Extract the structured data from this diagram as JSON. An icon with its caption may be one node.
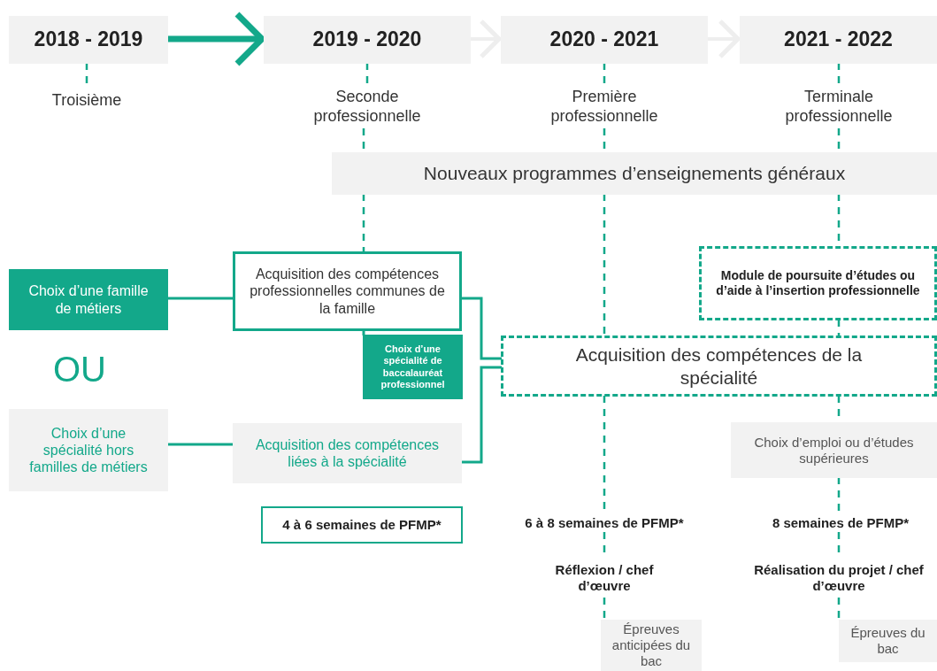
{
  "diagram": {
    "nodes": [
      {
        "text": [
          "2018 - 2019"
        ]
      },
      {
        "text": [
          "Troisième"
        ]
      },
      {
        "text": [
          "2019 - 2020"
        ]
      },
      {
        "text": [
          "Seconde professionnelle"
        ]
      },
      {
        "text": [
          "2020 - 2021"
        ]
      },
      {
        "text": [
          "Première professionnelle"
        ]
      },
      {
        "text": [
          "2021 - 2022"
        ]
      },
      {
        "text": [
          "Terminale professionnelle"
        ]
      },
      {
        "text": [
          "Nouveaux programmes d’enseignements généraux"
        ]
      },
      {
        "text": [
          "Choix d’une famille de métiers"
        ]
      },
      {
        "text": [
          "Acquisition des compétences professionnelles communes de la famille"
        ]
      },
      {
        "text": [
          "Choix d’une spécialité de baccalauréat professionnel"
        ]
      },
      {
        "text": [
          "Choix d’une spécialité hors familles de métiers"
        ]
      },
      {
        "text": [
          "Acquisition des compétences liées à la spécialité"
        ]
      },
      {
        "text": [
          "Module de poursuite d’études ou d’aide à l’insertion professionnelle"
        ]
      },
      {
        "text": [
          "Acquisition des compétences de la spécialité"
        ]
      },
      {
        "text": [
          "4 à 6 semaines de PFMP*"
        ]
      },
      {
        "text": [
          "6 à 8 semaines de PFMP*"
        ]
      },
      {
        "text": [
          "Réflexion / chef d’œuvre"
        ]
      },
      {
        "text": [
          "Épreuves anticipées du bac"
        ]
      },
      {
        "text": [
          "Choix d’emploi ou d’études supérieures"
        ]
      },
      {
        "text": [
          "8 semaines de PFMP*"
        ]
      },
      {
        "text": [
          "Réalisation du projet / chef d’œuvre"
        ]
      },
      {
        "text": [
          "Épreuves du bac"
        ]
      }
    ],
    "edges": [
      {
        "from": 0,
        "to": 2,
        "arrow": "to",
        "style": "thick"
      },
      {
        "from": 2,
        "to": 4,
        "arrow": "to",
        "color": "#eeeeee"
      },
      {
        "from": 4,
        "to": 6,
        "arrow": "to",
        "color": "#eeeeee"
      },
      {
        "from": 0,
        "to": 1,
        "arrow": "none",
        "style": "dashed"
      },
      {
        "from": 2,
        "to": 3,
        "arrow": "none",
        "style": "dashed"
      },
      {
        "from": 4,
        "to": 5,
        "arrow": "none",
        "style": "dashed"
      },
      {
        "from": 6,
        "to": 7,
        "arrow": "none",
        "style": "dashed"
      },
      {
        "from": 3,
        "to": 8,
        "arrow": "none",
        "style": "dashed"
      },
      {
        "from": 8,
        "to": 10,
        "arrow": "none",
        "style": "dashed"
      },
      {
        "from": 5,
        "to": 8,
        "arrow": "none",
        "style": "dashed"
      },
      {
        "from": 8,
        "to": 15,
        "arrow": "none",
        "style": "dashed"
      },
      {
        "from": 7,
        "to": 8,
        "arrow": "none",
        "style": "dashed"
      },
      {
        "from": 8,
        "to": 14,
        "arrow": "none",
        "style": "dashed"
      },
      {
        "from": 14,
        "to": 15,
        "arrow": "none",
        "style": "dashed"
      },
      {
        "from": 9,
        "to": 10,
        "arrow": "none"
      },
      {
        "from": 12,
        "to": 13,
        "arrow": "none"
      },
      {
        "from": 10,
        "to": 11,
        "arrow": "none"
      },
      {
        "from": 10,
        "to": 15,
        "arrow": "none"
      },
      {
        "from": 13,
        "to": 15,
        "arrow": "none"
      },
      {
        "from": 15,
        "to": 17,
        "arrow": "none",
        "style": "dashed"
      },
      {
        "from": 17,
        "to": 18,
        "arrow": "none",
        "style": "dashed"
      },
      {
        "from": 18,
        "to": 19,
        "arrow": "none",
        "style": "dashed"
      },
      {
        "from": 15,
        "to": 20,
        "arrow": "none",
        "style": "dashed"
      },
      {
        "from": 20,
        "to": 21,
        "arrow": "none",
        "style": "dashed"
      },
      {
        "from": 21,
        "to": 22,
        "arrow": "none",
        "style": "dashed"
      },
      {
        "from": 22,
        "to": 23,
        "arrow": "none",
        "style": "dashed"
      }
    ],
    "labels": [
      "OU"
    ]
  }
}
